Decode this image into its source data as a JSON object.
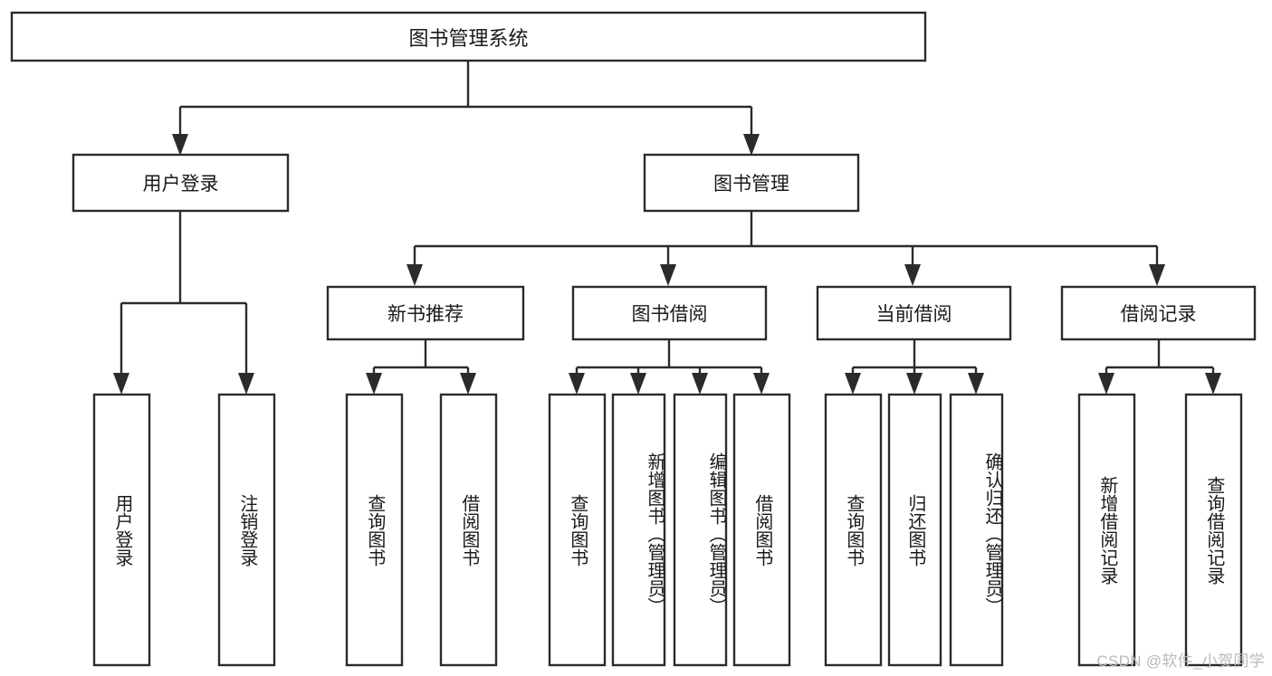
{
  "diagram": {
    "type": "tree",
    "title": "图书管理系统",
    "orientation": "top-down",
    "colors": {
      "background": "#ffffff",
      "box_fill": "#ffffff",
      "box_stroke": "#2b2b2b",
      "text": "#1a1a1a",
      "watermark": "#b9b9b9"
    },
    "nodes": {
      "root": {
        "label": "图书管理系统",
        "level": 0,
        "text_orientation": "horizontal"
      },
      "l1_0": {
        "label": "用户登录",
        "level": 1,
        "text_orientation": "horizontal"
      },
      "l1_1": {
        "label": "图书管理",
        "level": 1,
        "text_orientation": "horizontal"
      },
      "l2_0": {
        "label": "新书推荐",
        "level": 2,
        "text_orientation": "horizontal"
      },
      "l2_1": {
        "label": "图书借阅",
        "level": 2,
        "text_orientation": "horizontal"
      },
      "l2_2": {
        "label": "当前借阅",
        "level": 2,
        "text_orientation": "horizontal"
      },
      "l2_3": {
        "label": "借阅记录",
        "level": 2,
        "text_orientation": "horizontal"
      },
      "leaf_0": {
        "label": "用户登录",
        "level": 3,
        "text_orientation": "vertical",
        "parent": "用户登录"
      },
      "leaf_1": {
        "label": "注销登录",
        "level": 3,
        "text_orientation": "vertical",
        "parent": "用户登录"
      },
      "leaf_2": {
        "label": "查询图书",
        "level": 3,
        "text_orientation": "vertical",
        "parent": "新书推荐"
      },
      "leaf_3": {
        "label": "借阅图书",
        "level": 3,
        "text_orientation": "vertical",
        "parent": "新书推荐"
      },
      "leaf_4": {
        "label": "查询图书",
        "level": 3,
        "text_orientation": "vertical",
        "parent": "图书借阅"
      },
      "leaf_5": {
        "label": "新增图书（管理员）",
        "level": 3,
        "text_orientation": "vertical",
        "parent": "图书借阅"
      },
      "leaf_6": {
        "label": "编辑图书（管理员）",
        "level": 3,
        "text_orientation": "vertical",
        "parent": "图书借阅"
      },
      "leaf_7": {
        "label": "借阅图书",
        "level": 3,
        "text_orientation": "vertical",
        "parent": "图书借阅"
      },
      "leaf_8": {
        "label": "查询图书",
        "level": 3,
        "text_orientation": "vertical",
        "parent": "当前借阅"
      },
      "leaf_9": {
        "label": "归还图书",
        "level": 3,
        "text_orientation": "vertical",
        "parent": "当前借阅"
      },
      "leaf_10": {
        "label": "确认归还（管理员）",
        "level": 3,
        "text_orientation": "vertical",
        "parent": "当前借阅"
      },
      "leaf_11": {
        "label": "新增借阅记录",
        "level": 3,
        "text_orientation": "vertical",
        "parent": "借阅记录"
      },
      "leaf_12": {
        "label": "查询借阅记录",
        "level": 3,
        "text_orientation": "vertical",
        "parent": "借阅记录"
      }
    },
    "edges": [
      {
        "from": "图书管理系统",
        "to": "用户登录"
      },
      {
        "from": "图书管理系统",
        "to": "图书管理"
      },
      {
        "from": "图书管理",
        "to": "新书推荐"
      },
      {
        "from": "图书管理",
        "to": "图书借阅"
      },
      {
        "from": "图书管理",
        "to": "当前借阅"
      },
      {
        "from": "图书管理",
        "to": "借阅记录"
      },
      {
        "from": "用户登录",
        "to": "用户登录"
      },
      {
        "from": "用户登录",
        "to": "注销登录"
      },
      {
        "from": "新书推荐",
        "to": "查询图书"
      },
      {
        "from": "新书推荐",
        "to": "借阅图书"
      },
      {
        "from": "图书借阅",
        "to": "查询图书"
      },
      {
        "from": "图书借阅",
        "to": "新增图书（管理员）"
      },
      {
        "from": "图书借阅",
        "to": "编辑图书（管理员）"
      },
      {
        "from": "图书借阅",
        "to": "借阅图书"
      },
      {
        "from": "当前借阅",
        "to": "查询图书"
      },
      {
        "from": "当前借阅",
        "to": "归还图书"
      },
      {
        "from": "当前借阅",
        "to": "确认归还（管理员）"
      },
      {
        "from": "借阅记录",
        "to": "新增借阅记录"
      },
      {
        "from": "借阅记录",
        "to": "查询借阅记录"
      }
    ]
  },
  "watermark": {
    "text": "CSDN @软件_小贺同学"
  }
}
